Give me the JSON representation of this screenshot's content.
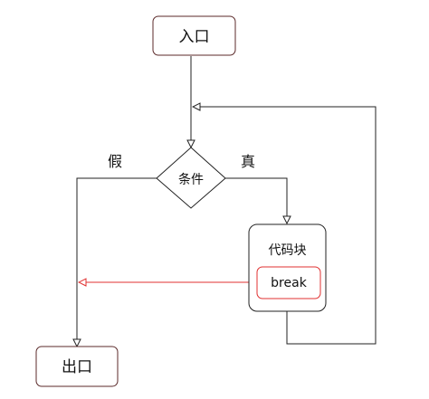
{
  "nodes": {
    "entry": "入口",
    "condition": "条件",
    "code_block": "代码块",
    "break": "break",
    "exit": "出口"
  },
  "edge_labels": {
    "true": "真",
    "false": "假"
  },
  "colors": {
    "node_border": "#5b2a2a",
    "line": "#222222",
    "break_accent": "#e03030"
  }
}
